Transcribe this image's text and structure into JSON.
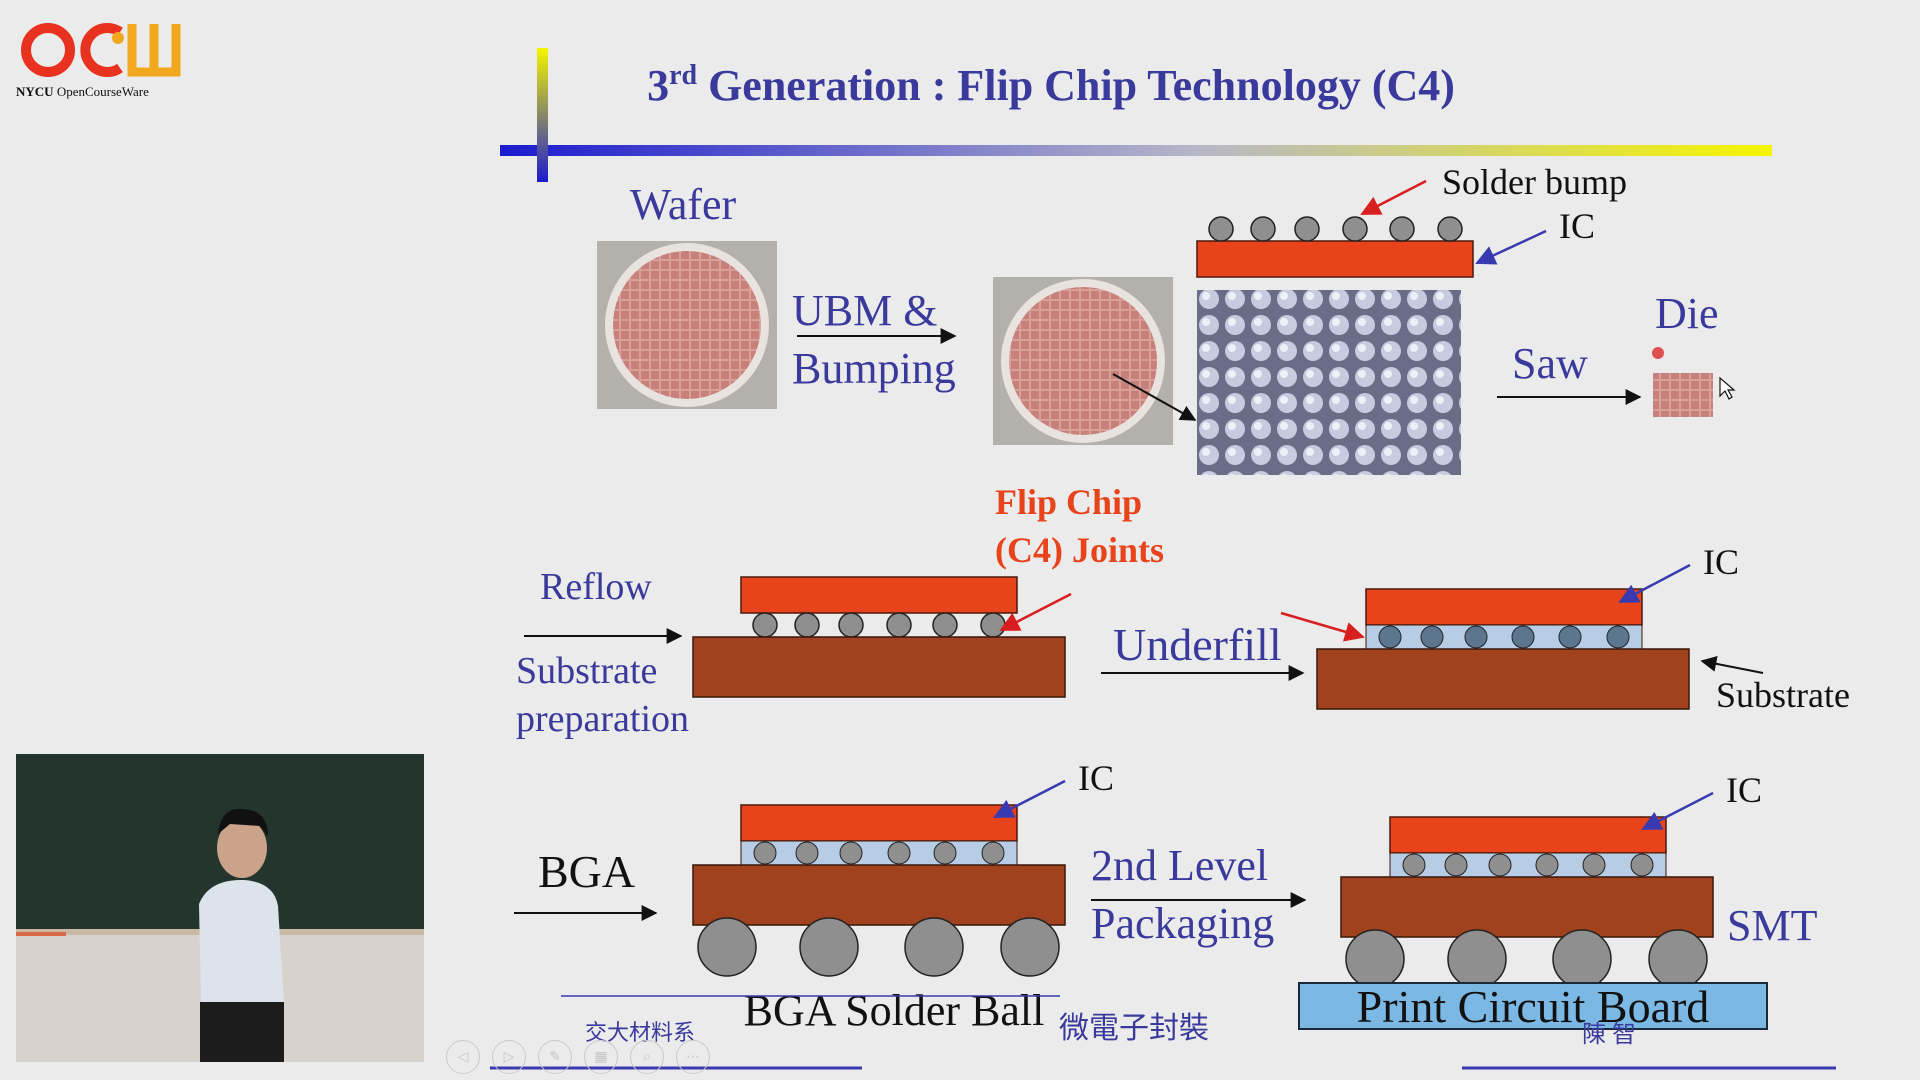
{
  "logo": {
    "org": "NYCU",
    "label": "OpenCourseWare"
  },
  "slide": {
    "title_pre": "3",
    "title_sup": "rd",
    "title_main": " Generation : Flip Chip Technology (C4)",
    "labels": {
      "wafer": "Wafer",
      "ubm_line1": "UBM &",
      "ubm_line2": "Bumping",
      "solder_bump": "Solder bump",
      "ic_top": "IC",
      "saw": "Saw",
      "die": "Die",
      "flip_chip_line1": "Flip Chip",
      "flip_chip_line2": "(C4) Joints",
      "reflow": "Reflow",
      "substrate_prep_line1": "Substrate",
      "substrate_prep_line2": "preparation",
      "underfill": "Underfill",
      "ic_mid": "IC",
      "substrate": "Substrate",
      "bga": "BGA",
      "ic_bga": "IC",
      "level2_line1": "2nd Level",
      "level2_line2": "Packaging",
      "ic_smt": "IC",
      "smt": "SMT",
      "bga_solder_ball": "BGA Solder Ball",
      "pcb": "Print Circuit Board"
    },
    "footer": {
      "dept": "交大材料系",
      "course": "微電子封裝",
      "author": "陳 智"
    }
  },
  "colors": {
    "title": "#3a3a9c",
    "ic": "#e8431a",
    "substrate": "#a0421e",
    "underfill": "#b7cde6",
    "pcb": "#7bb8e4",
    "arrow_red": "#d81e1e",
    "arrow_blue": "#3a3ab0"
  },
  "controls": [
    "prev-icon",
    "next-icon",
    "pen-icon",
    "slides-icon",
    "zoom-icon",
    "more-icon"
  ]
}
